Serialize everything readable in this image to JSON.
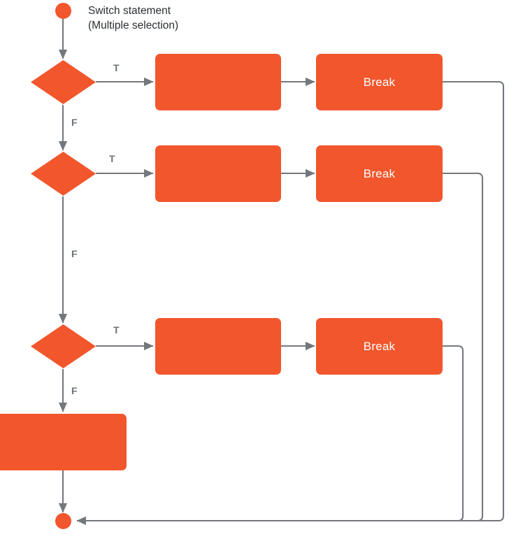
{
  "diagram": {
    "title_line1": "Switch statement",
    "title_line2": "(Multiple selection)",
    "accent_color": "#f1562c",
    "edge_color": "#74787d",
    "label_color": "#6d7278",
    "text_color": "#2b2f33",
    "background": "#ffffff"
  },
  "nodes": {
    "start": {
      "name": "start-terminator",
      "label": ""
    },
    "end": {
      "name": "end-terminator",
      "label": ""
    },
    "decision1": {
      "label": ""
    },
    "decision2": {
      "label": ""
    },
    "decision3": {
      "label": ""
    },
    "case1_process": {
      "label": ""
    },
    "case2_process": {
      "label": ""
    },
    "case3_process": {
      "label": ""
    },
    "default_process": {
      "label": ""
    },
    "break1": {
      "label": "Break"
    },
    "break2": {
      "label": "Break"
    },
    "break3": {
      "label": "Break"
    }
  },
  "edge_labels": {
    "t1": "T",
    "f1": "F",
    "t2": "T",
    "f2": "F",
    "t3": "T",
    "f3": "F"
  }
}
